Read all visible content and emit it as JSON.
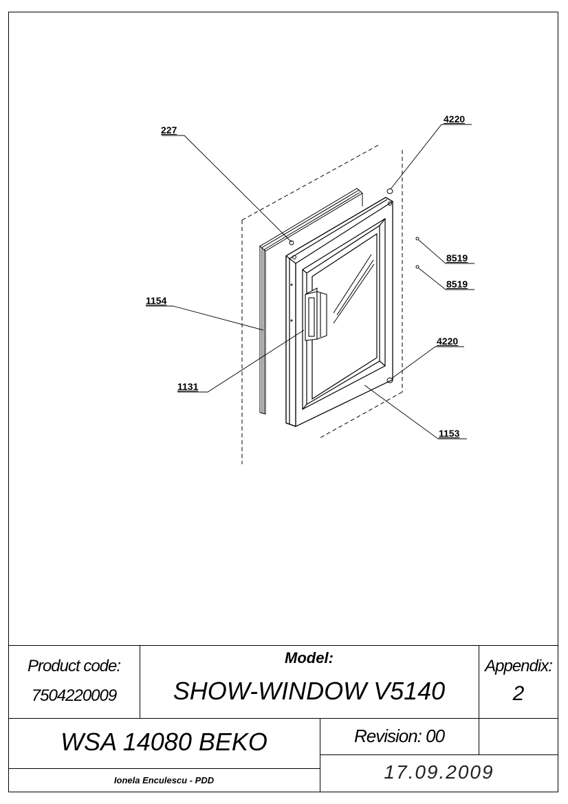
{
  "callouts": {
    "c227": "227",
    "c4220_top": "4220",
    "c8519_a": "8519",
    "c8519_b": "8519",
    "c1154": "1154",
    "c4220_bottom": "4220",
    "c1131": "1131",
    "c1153": "1153"
  },
  "title_block": {
    "product_code_label": "Product code:",
    "product_code": "7504220009",
    "model_label": "Model:",
    "model": "SHOW-WINDOW V5140",
    "appendix_label": "Appendix:",
    "appendix": "2",
    "product_name": "WSA 14080 BEKO",
    "revision": "Revision: 00",
    "author": "Ionela Enculescu - PDD",
    "date": "17.09.2009"
  }
}
